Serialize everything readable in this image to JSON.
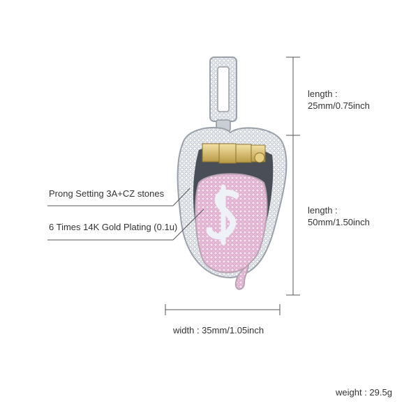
{
  "labels": {
    "length_top_title": "length :",
    "length_top_value": "25mm/0.75inch",
    "length_bottom_title": "length :",
    "length_bottom_value": "50mm/1.50inch",
    "prong_setting": "Prong Setting 3A+CZ stones",
    "gold_plating": "6 Times 14K Gold Plating (0.1u)",
    "width": "width : 35mm/1.05inch",
    "weight": "weight : 29.5g"
  },
  "colors": {
    "dimension_line": "#555555",
    "silver": "#d9dde3",
    "pink": "#f0cfe6",
    "gold": "#d8c27a"
  }
}
